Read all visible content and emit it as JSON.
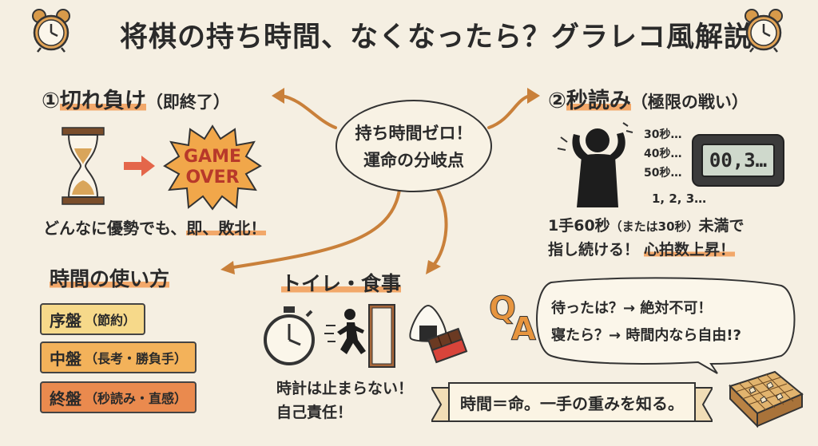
{
  "title": "将棋の持ち時間、なくなったら？グラレコ風解説！",
  "center": {
    "line1": "持ち時間ゼロ！",
    "line2": "運命の分岐点"
  },
  "sections": {
    "kireme": {
      "number": "①",
      "title": "切れ負け",
      "sub": "（即終了）",
      "burst_line1": "GAME",
      "burst_line2": "OVER",
      "caption_pre": "どんなに優勢でも、",
      "caption_hl": "即、敗北！"
    },
    "byoyomi": {
      "number": "②",
      "title": "秒読み",
      "sub": "（極限の戦い）",
      "counts": [
        "30秒…",
        "40秒…",
        "50秒…"
      ],
      "display": "00,3…",
      "seq": "1, 2, 3…",
      "line1_a": "1手60秒",
      "line1_b": "（または30秒）",
      "line1_c": "未満で",
      "line2_a": "指し続ける！",
      "line2_b": "心拍数上昇！"
    },
    "usage": {
      "title": "時間の使い方",
      "phases": [
        {
          "name": "序盤",
          "note": "（節約）",
          "color": "#f6d98a"
        },
        {
          "name": "中盤",
          "note": "（長考・勝負手）",
          "color": "#f3b25a"
        },
        {
          "name": "終盤",
          "note": "（秒読み・直感）",
          "color": "#ea8a4e"
        }
      ]
    },
    "toilet": {
      "title": "トイレ・食事",
      "line1": "時計は止まらない！",
      "line2": "自己責任！"
    },
    "qa": {
      "q_letter": "Q",
      "a_letter": "A",
      "line1": "待ったは？→ 絶対不可！",
      "line2": "寝たら？→ 時間内なら自由!?"
    }
  },
  "banner": "時間＝命。一手の重みを知る。",
  "colors": {
    "accent": "#c9803a",
    "background": "#f5efe2",
    "highlight": "#f2a86a"
  }
}
